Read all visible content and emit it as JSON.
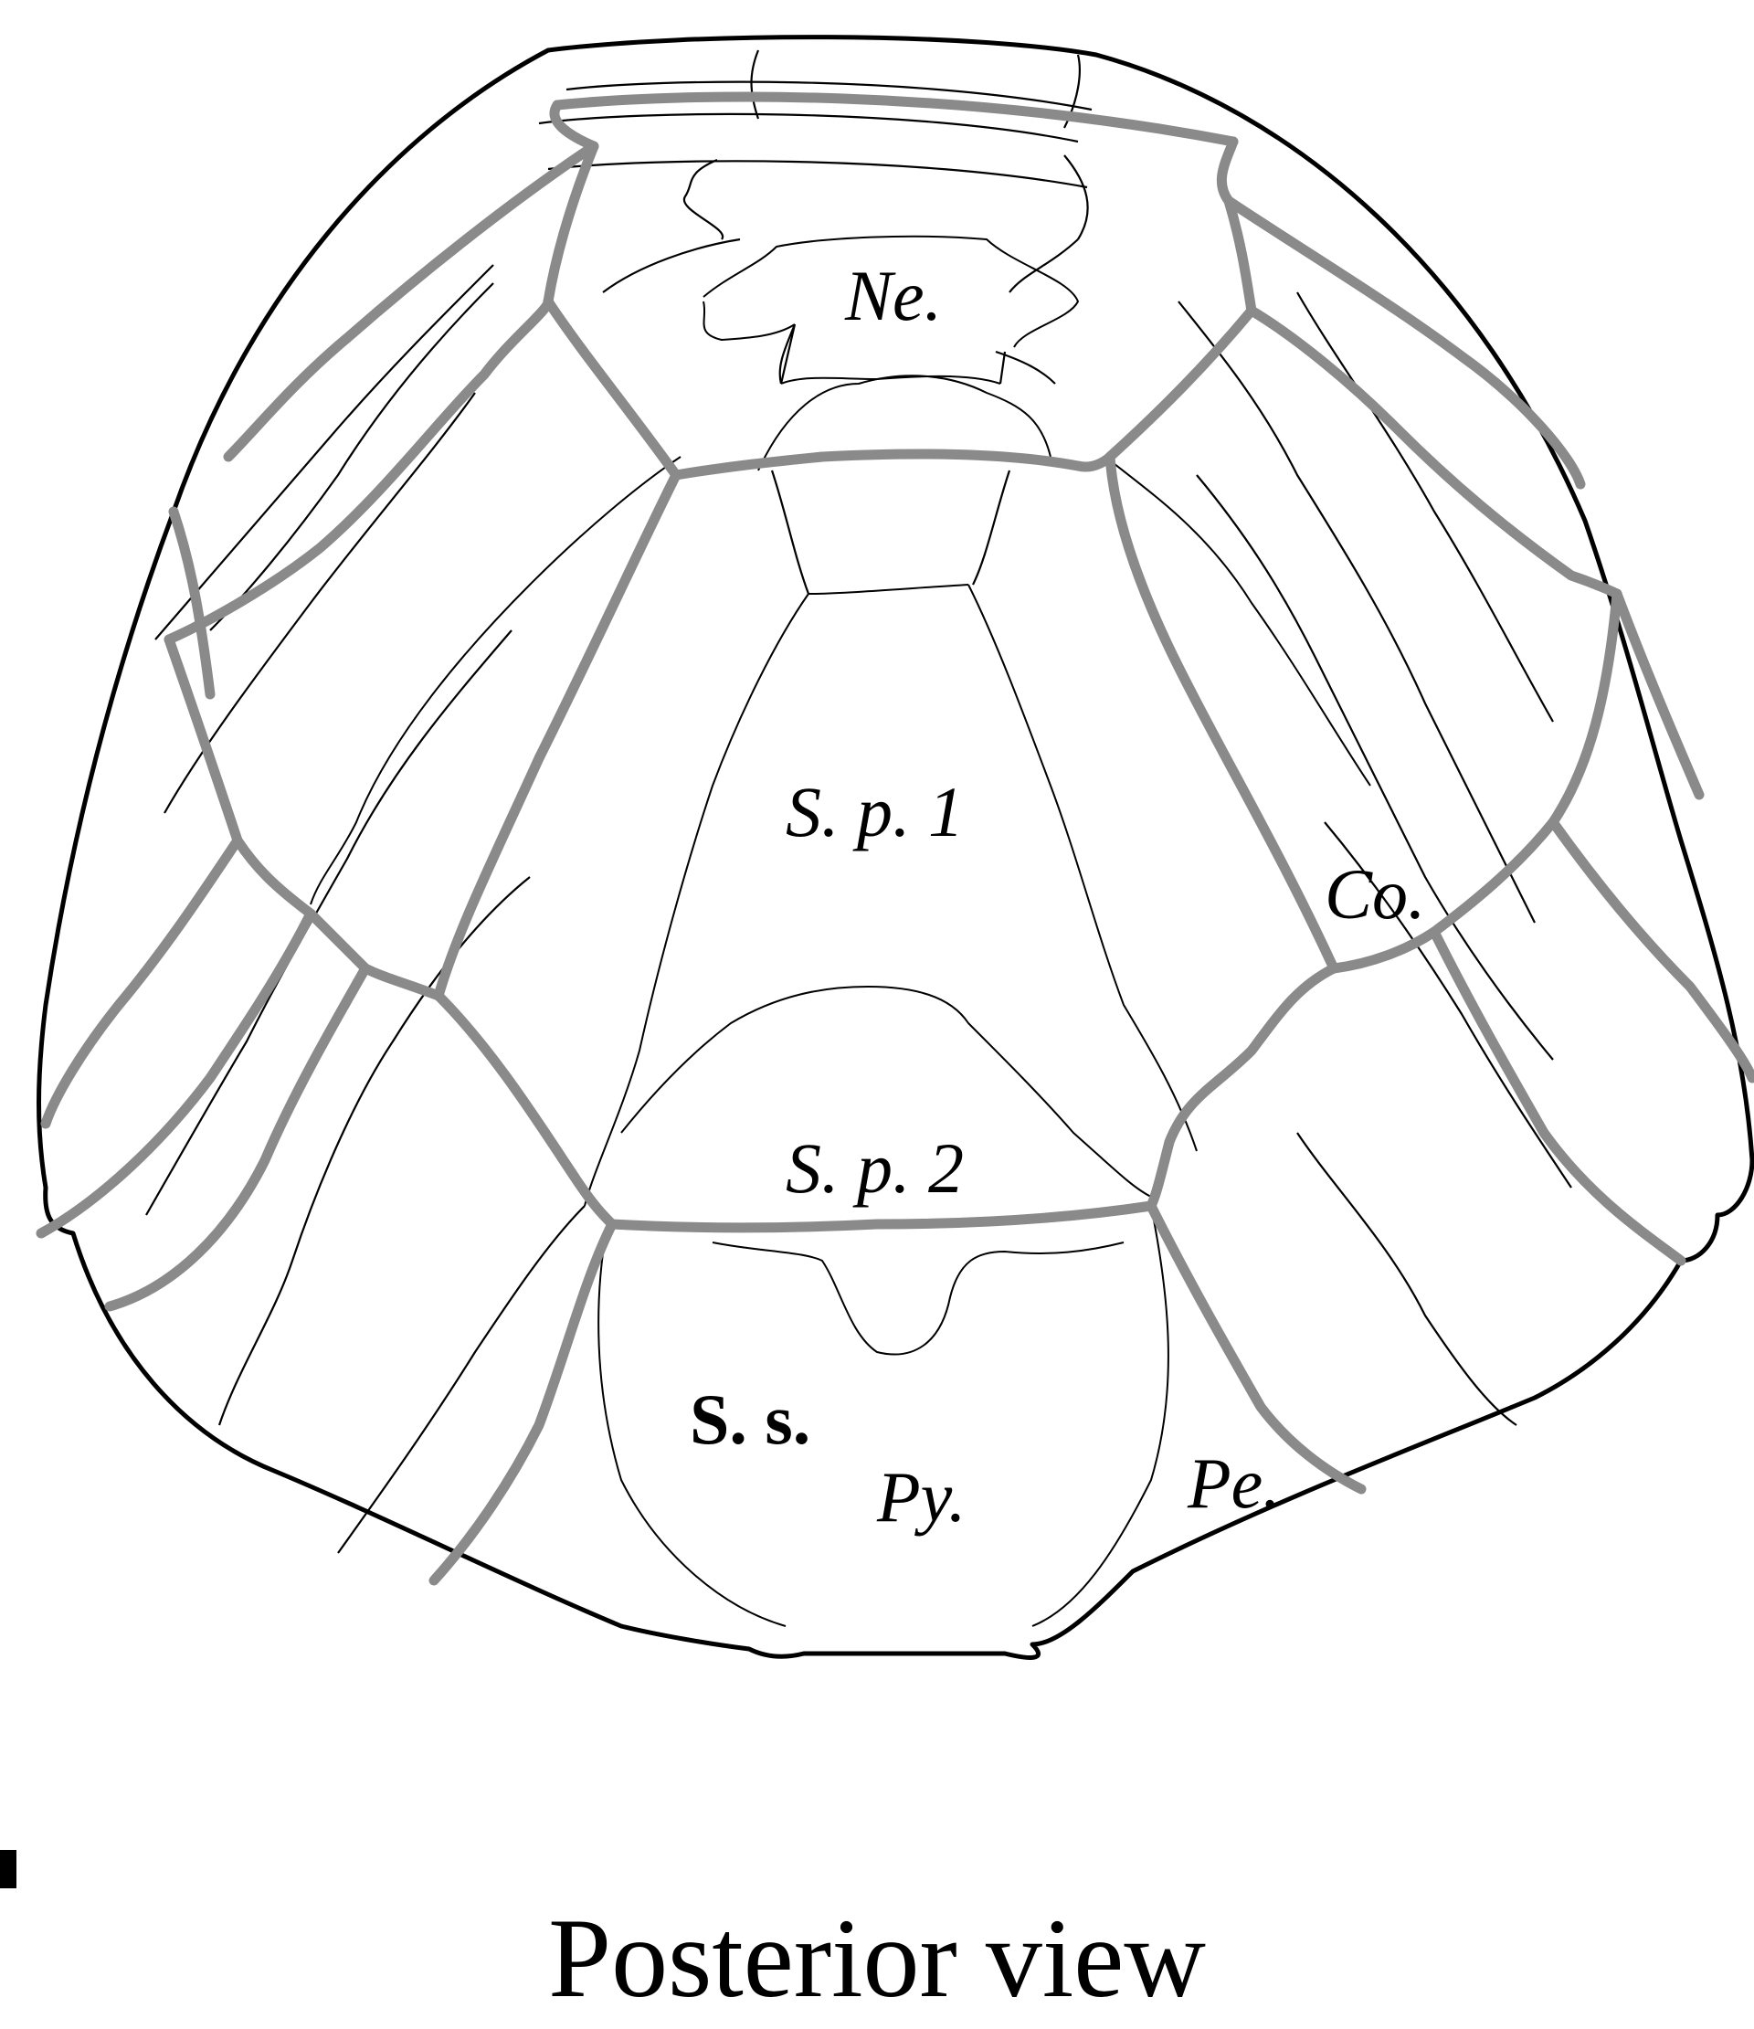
{
  "figure": {
    "caption": "Posterior view",
    "labels": {
      "nuchal": "Ne.",
      "suprapygal_1": "S. p. 1",
      "suprapygal_2": "S. p. 2",
      "costal": "Co.",
      "peripheral": "Pe.",
      "pygal": "Py.",
      "supracaudal_scute": "S. s."
    },
    "colors": {
      "bone_sutures": "#000000",
      "scute_sulci": "#8a8a8a",
      "background": "#ffffff"
    }
  }
}
